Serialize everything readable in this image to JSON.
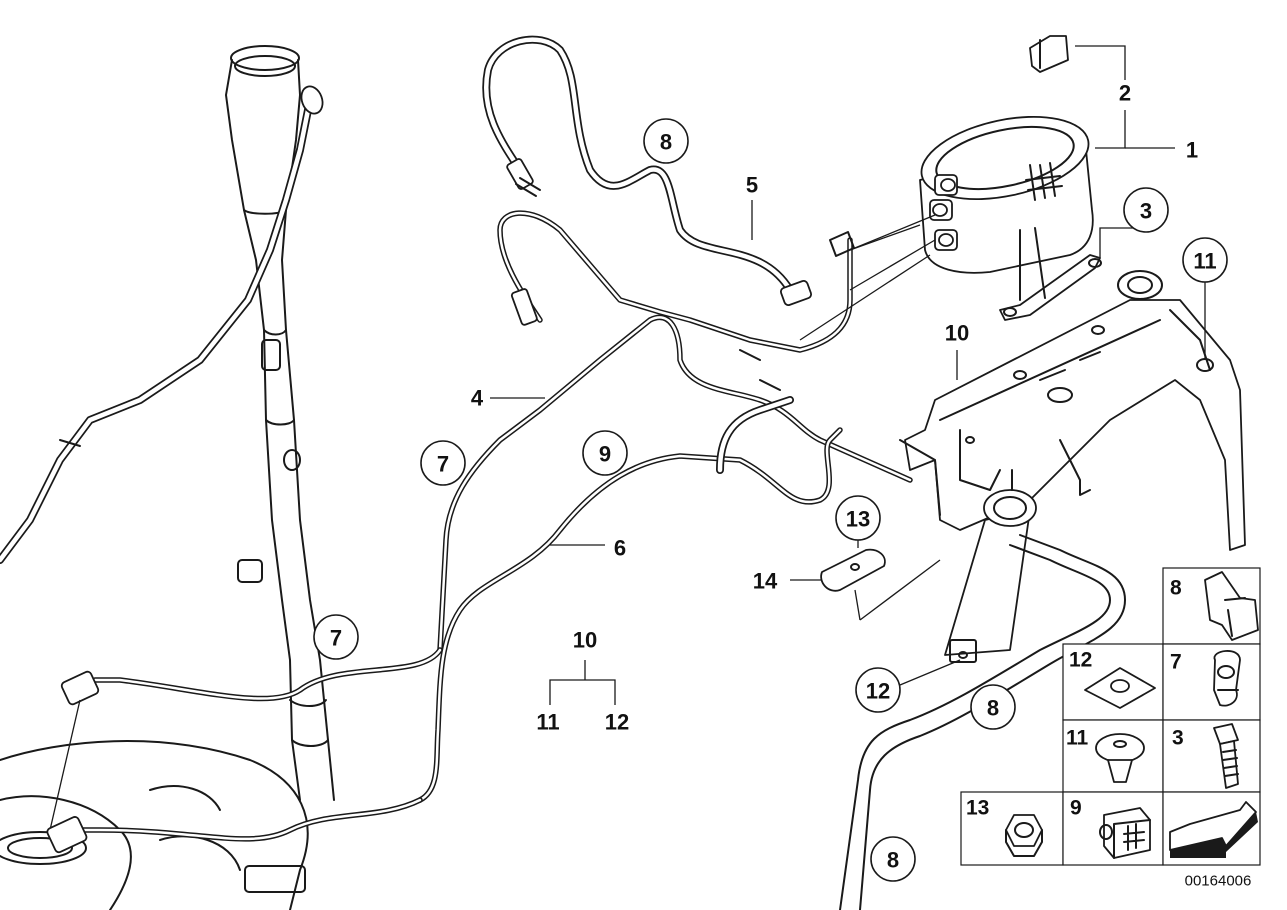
{
  "diagram": {
    "document_number": "00164006",
    "callouts": {
      "c1": "1",
      "c2": "2",
      "c3": "3",
      "c4": "4",
      "c5": "5",
      "c6": "6",
      "c7a": "7",
      "c7b": "7",
      "c8a": "8",
      "c8b": "8",
      "c8c": "8",
      "c9": "9",
      "c10a": "10",
      "c10b": "10",
      "c11a": "11",
      "c11b": "11",
      "c12a": "12",
      "c12b": "12",
      "c13": "13",
      "c14": "14"
    },
    "legend": {
      "cells": [
        {
          "label": "8"
        },
        {
          "label": "12"
        },
        {
          "label": "7"
        },
        {
          "label": "11"
        },
        {
          "label": "3"
        },
        {
          "label": "13"
        },
        {
          "label": "9"
        }
      ]
    }
  }
}
